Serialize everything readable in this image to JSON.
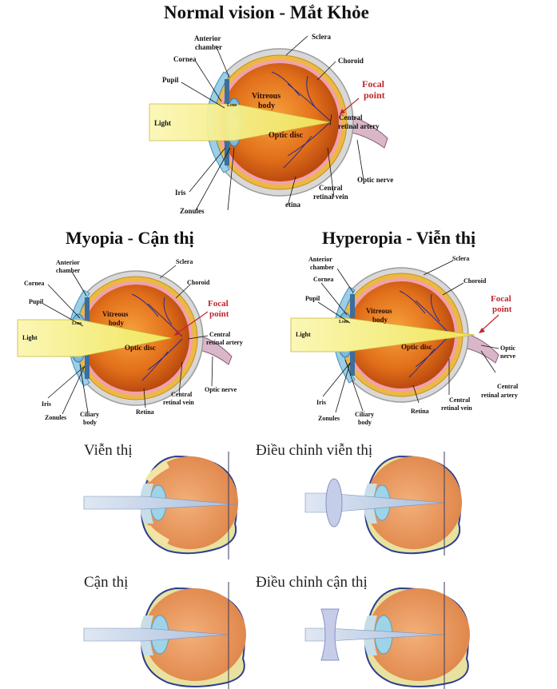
{
  "titles": {
    "normal": "Normal vision - Mắt Khỏe",
    "myopia": "Myopia - Cận thị",
    "hyperopia": "Hyperopia - Viễn thị"
  },
  "labels": {
    "anterior_chamber_1": "Anterior",
    "anterior_chamber_2": "chamber",
    "cornea": "Cornea",
    "pupil": "Pupil",
    "light": "Light",
    "lens": "Lens",
    "iris": "Iris",
    "zonules": "Zonules",
    "ciliary_1": "Ciliary",
    "ciliary_2": "body",
    "sclera": "Sclera",
    "choroid": "Choroid",
    "focal_1": "Focal",
    "focal_2": "point",
    "vitreous_1": "Vitreous",
    "vitreous_2": "body",
    "optic_disc": "Optic disc",
    "central_artery_1": "Central",
    "central_artery_2": "retinal artery",
    "optic_nerve": "Optic nerve",
    "optic_1": "Optic",
    "optic_2": "nerve",
    "central_vein_1": "Central",
    "central_vein_2": "retinal vein",
    "retina": "Retina",
    "retina_cut": "etina"
  },
  "captions": {
    "hyperopia": "Viễn thị",
    "hyperopia_corrected": "Điều chỉnh viễn thị",
    "myopia": "Cận thị",
    "myopia_corrected": "Điều chỉnh cận thị"
  },
  "colors": {
    "focal_text": "#c0262d",
    "sclera": "#c9c9c9",
    "choroid": "#e9b43a",
    "vitreous": "#e2701b",
    "light_beam": "#f7f19a",
    "cornea": "#9ccfe6",
    "lens": "#7fc0e0"
  }
}
